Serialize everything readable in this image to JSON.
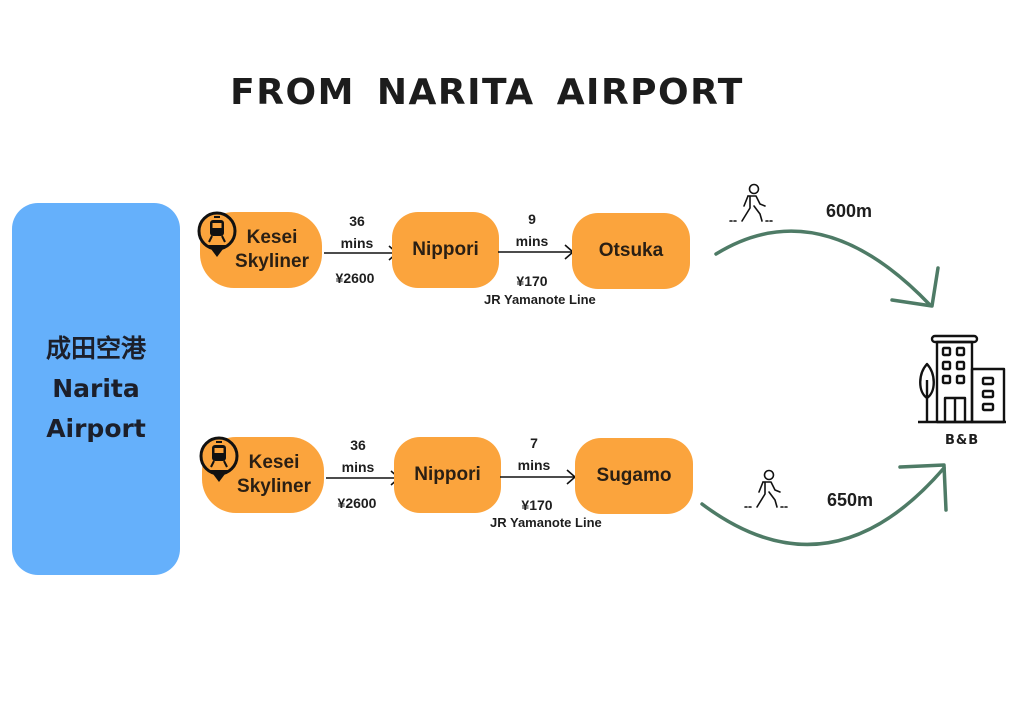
{
  "title": "FROM NARITA AIRPORT",
  "origin": {
    "name_jp": "成田空港",
    "name_line1": "Narita",
    "name_line2": "Airport",
    "color": "#65b0fb"
  },
  "accent_colors": {
    "pill": "#fba43d",
    "walk_arrow": "#4e7b66"
  },
  "routes": [
    {
      "start": {
        "line1": "Kesei",
        "line2": "Skyliner",
        "icon": "train-pin-icon"
      },
      "leg1": {
        "duration_num": "36",
        "duration_unit": "mins",
        "fare": "¥2600"
      },
      "transfer": "Nippori",
      "leg2": {
        "duration_num": "9",
        "duration_unit": "mins",
        "fare": "¥170",
        "line": "JR Yamanote Line"
      },
      "destination": "Otsuka",
      "walk": {
        "icon": "walking-person-icon",
        "distance": "600m"
      }
    },
    {
      "start": {
        "line1": "Kesei",
        "line2": "Skyliner",
        "icon": "train-pin-icon"
      },
      "leg1": {
        "duration_num": "36",
        "duration_unit": "mins",
        "fare": "¥2600"
      },
      "transfer": "Nippori",
      "leg2": {
        "duration_num": "7",
        "duration_unit": "mins",
        "fare": "¥170",
        "line": "JR Yamanote Line"
      },
      "destination": "Sugamo",
      "walk": {
        "icon": "walking-person-icon",
        "distance": "650m"
      }
    }
  ],
  "final": {
    "icon": "building-icon",
    "label": "B&B"
  }
}
